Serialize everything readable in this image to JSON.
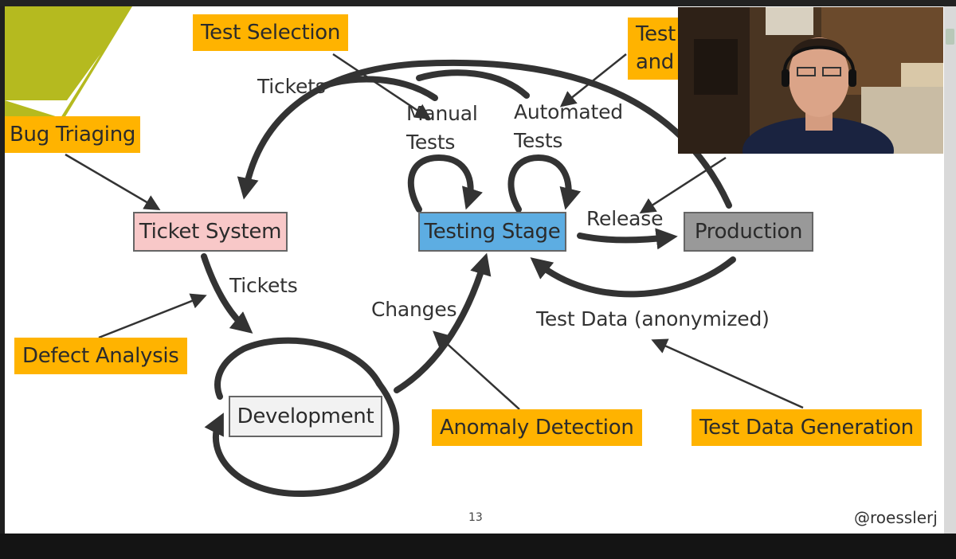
{
  "nodes": {
    "ticket_system": "Ticket System",
    "testing_stage": "Testing Stage",
    "production": "Production",
    "development": "Development"
  },
  "labels": {
    "tickets_top": "Tickets",
    "tickets_mid": "Tickets",
    "manual_tests_1": "Manual",
    "manual_tests_2": "Tests",
    "automated_tests_1": "Automated",
    "automated_tests_2": "Tests",
    "release": "Release",
    "changes": "Changes",
    "test_data": "Test Data (anonymized)"
  },
  "callouts": {
    "test_selection": "Test Selection",
    "test_and_1": "Test",
    "test_and_2": "and",
    "bug_triaging": "Bug Triaging",
    "defect_analysis": "Defect Analysis",
    "anomaly_detection": "Anomaly Detection",
    "test_data_generation": "Test Data Generation"
  },
  "footer": {
    "page_number": "13",
    "handle": "@roesslerj"
  },
  "colors": {
    "callout": "#FFB300",
    "ticket_system": "#F8C8C8",
    "testing_stage": "#5DADE2",
    "production": "#999999",
    "development": "#F2F2F2",
    "logo": "#B5BA1F"
  }
}
